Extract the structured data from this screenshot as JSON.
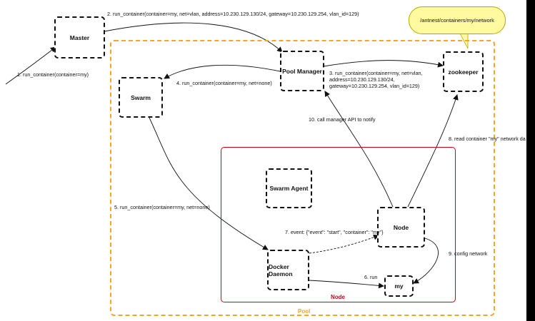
{
  "colors": {
    "pool": "#f5a623",
    "node": "#d0021b",
    "callout": "#fffaa0"
  },
  "nodes": {
    "master": "Master",
    "pool_manager": "Pool Manager",
    "zookeeper": "zookeeper",
    "swarm": "Swarm",
    "swarm_agent": "Swarm Agent",
    "node": "Node",
    "docker_daemon": "Docker Daemon",
    "container": "my"
  },
  "regions": {
    "pool": "Pool",
    "node": "Node"
  },
  "callout": "/antnest/containers/my/network",
  "edges": {
    "e1": "1. run_container(container=my)",
    "e2": "2. run_container(container=my, net=vlan, address=10.230.129.130/24, gateway=10.230.129.254, vlan_id=129)",
    "e3": [
      "3. run_container(container=my, net=vlan,",
      "address=10.230.129.130/24,",
      "gateway=10.230.129.254, vlan_id=129)"
    ],
    "e4": "4. run_container(container=my, net=none)",
    "e5": "5. run_container(container=my, net=none)",
    "e6": "6. run",
    "e7": "7. event: {\"event\": \"start\", \"container\": \"my\"}",
    "e8": "8. read container \"my\" network da",
    "e9": "9. config network",
    "e10": "10. call manager API to notify"
  }
}
